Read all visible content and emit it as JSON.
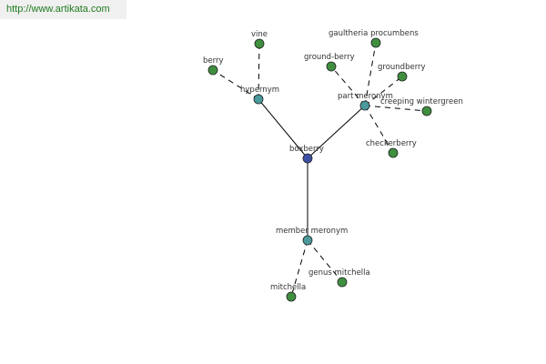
{
  "header": {
    "source_link": "http://www.artikata.com"
  },
  "colors": {
    "center_node": "#3d4fa3",
    "relation_node": "#4a9a9c",
    "leaf_node": "#3f8f3f"
  },
  "graph": {
    "center": "boxberry",
    "relations": [
      {
        "label": "hypernym",
        "terms": [
          "berry",
          "vine"
        ]
      },
      {
        "label": "part meronym",
        "terms": [
          "gaultheria procumbens",
          "ground-berry",
          "groundberry",
          "creeping wintergreen",
          "checkerberry"
        ]
      },
      {
        "label": "member meronym",
        "terms": [
          "mitchella",
          "genus mitchella"
        ]
      }
    ]
  }
}
